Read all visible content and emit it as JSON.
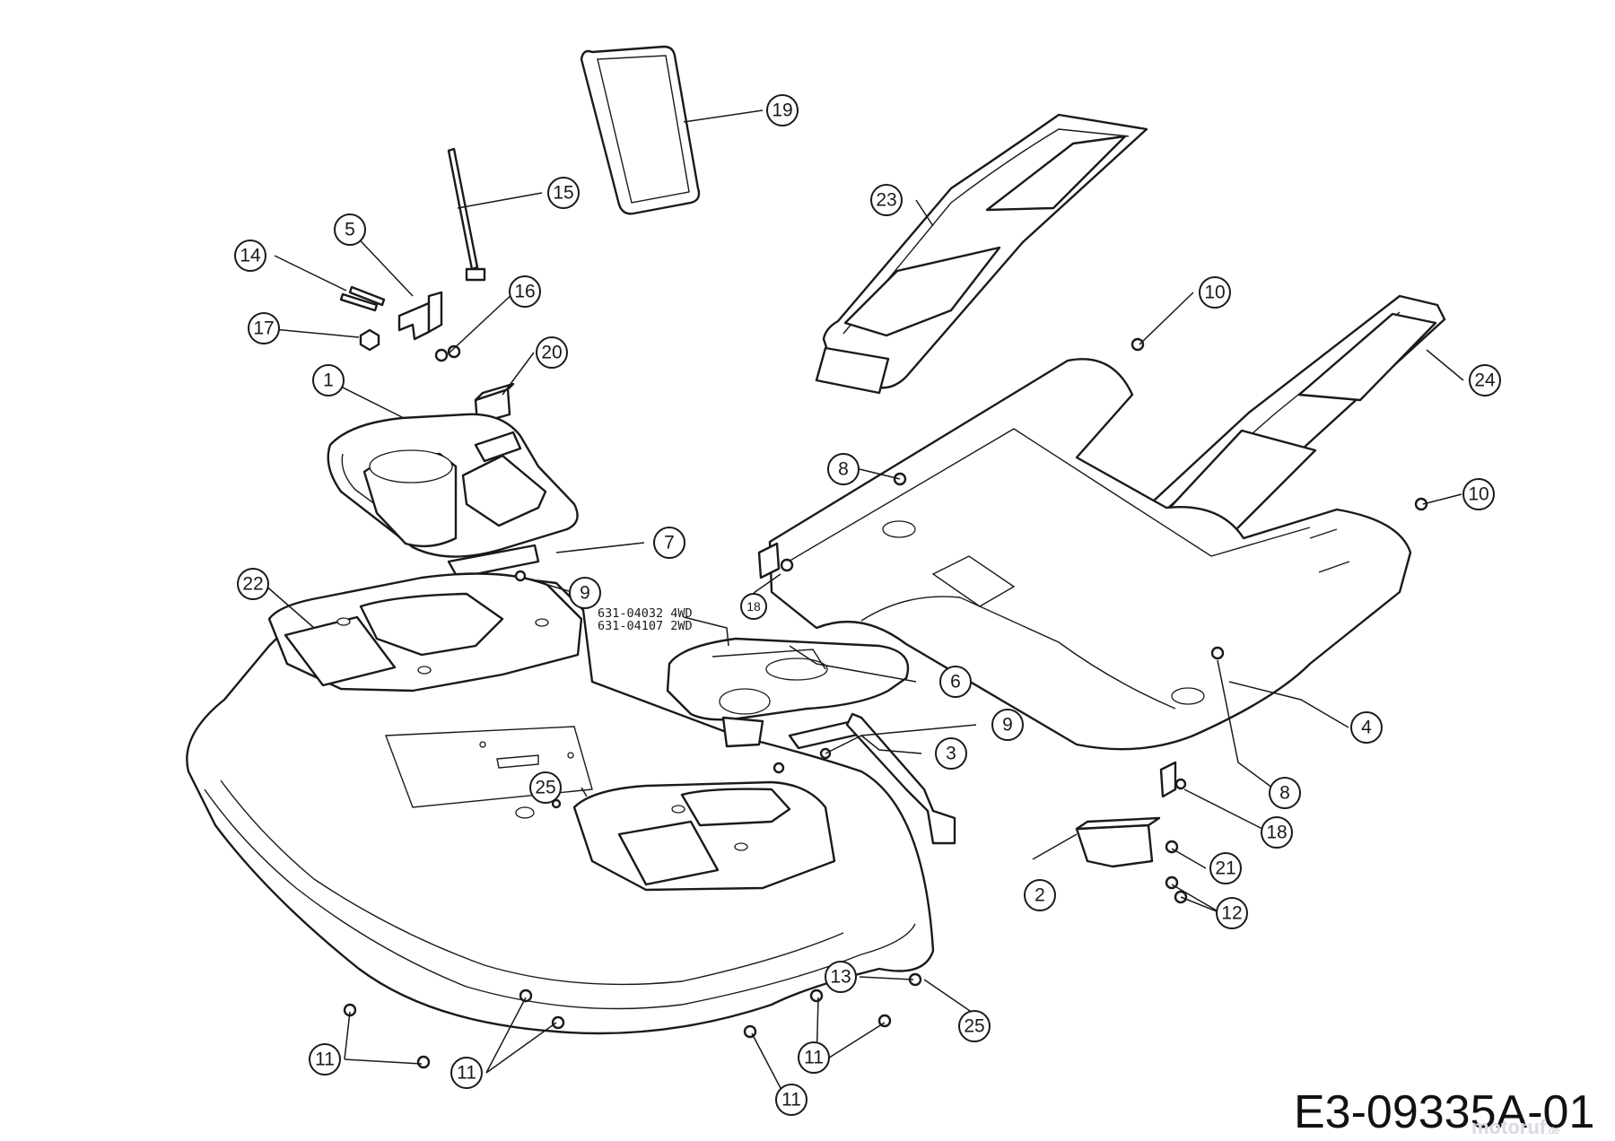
{
  "diagram": {
    "drawing_id": "E3-09335A-01",
    "watermark": {
      "name": "motoruf",
      "tld": ".de"
    },
    "model_codes": [
      "631-04032 4WD",
      "631-04107 2WD"
    ],
    "callouts": {
      "c1": "1",
      "c2": "2",
      "c3": "3",
      "c4": "4",
      "c5": "5",
      "c6": "6",
      "c7": "7",
      "c8a": "8",
      "c8b": "8",
      "c9a": "9",
      "c9b": "9",
      "c10a": "10",
      "c10b": "10",
      "c11a": "11",
      "c11b": "11",
      "c11c": "11",
      "c11d": "11",
      "c12": "12",
      "c13": "13",
      "c14": "14",
      "c15": "15",
      "c16": "16",
      "c17": "17",
      "c18a": "18",
      "c18b": "18",
      "c19": "19",
      "c20": "20",
      "c21": "21",
      "c22": "22",
      "c23": "23",
      "c24": "24",
      "c25a": "25",
      "c25b": "25"
    }
  }
}
